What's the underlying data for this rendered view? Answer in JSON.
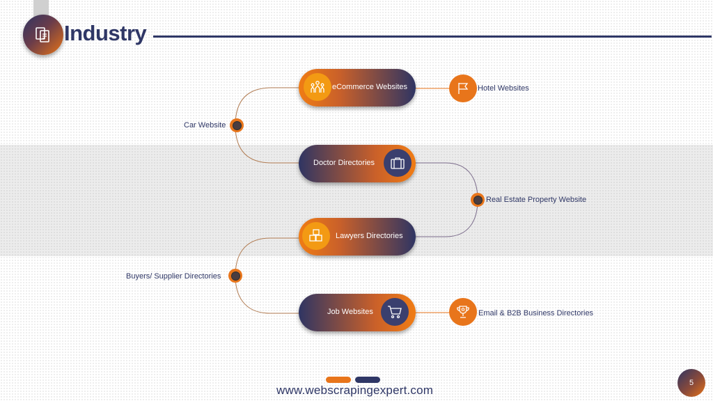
{
  "header": {
    "title": "Industry"
  },
  "nodes": [
    {
      "label": "eCommerce Websites",
      "icon": "people-icon"
    },
    {
      "label": "Doctor Directories",
      "icon": "briefcase-icon"
    },
    {
      "label": "Lawyers Directories",
      "icon": "boxes-icon"
    },
    {
      "label": "Job Websites",
      "icon": "cart-icon"
    }
  ],
  "branches": {
    "hotel": {
      "label": "Hotel Websites",
      "icon": "flag-icon"
    },
    "car": {
      "label": "Car Website"
    },
    "real_estate": {
      "label": "Real Estate Property Website"
    },
    "buyers": {
      "label": "Buyers/ Supplier Directories"
    },
    "email_b2b": {
      "label": "Email & B2B Business Directories",
      "icon": "trophy-icon"
    }
  },
  "footer": {
    "url": "www.webscrapingexpert.com",
    "page_number": "5"
  },
  "colors": {
    "navy": "#2f3766",
    "orange": "#e8751b",
    "amber": "#f39a13"
  }
}
